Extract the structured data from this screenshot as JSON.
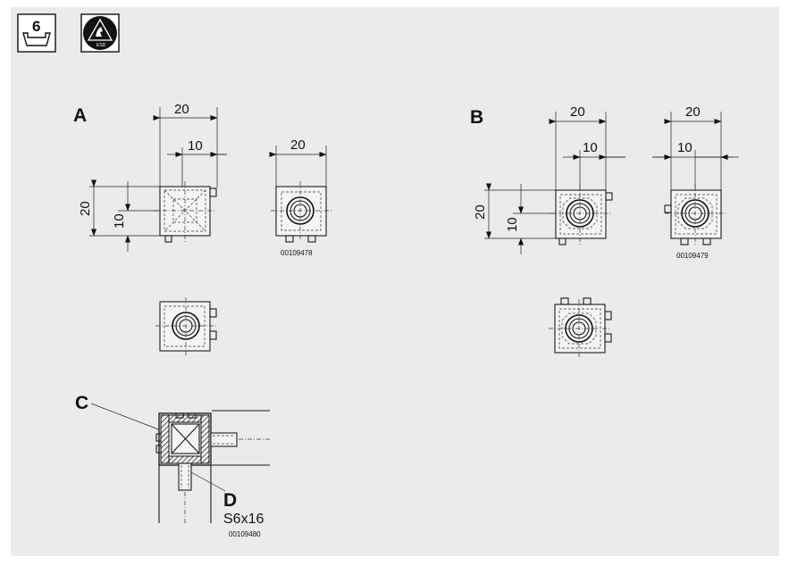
{
  "icons": {
    "packaging_quantity": "6",
    "packaging_icon": "tray-icon",
    "esd_icon": "esd-warning-icon",
    "esd_text": "ESD"
  },
  "views": {
    "A": {
      "label": "A",
      "dim_width": "20",
      "dim_half": "10",
      "dim_height": "20",
      "dim_height_half": "10",
      "dim_width_side": "20",
      "part_number": "00109478"
    },
    "B": {
      "label": "B",
      "dim_width": "20",
      "dim_half": "10",
      "dim_height": "20",
      "dim_height_half": "10",
      "dim_width_side": "20",
      "dim_half_side": "10",
      "part_number": "00109479"
    },
    "C": {
      "label_c": "C",
      "label_d": "D",
      "screw_spec": "S6x16",
      "part_number": "00109480"
    }
  },
  "colors": {
    "background": "#ebebeb",
    "line": "#1a1a1a",
    "esd_circle": "#111111"
  }
}
